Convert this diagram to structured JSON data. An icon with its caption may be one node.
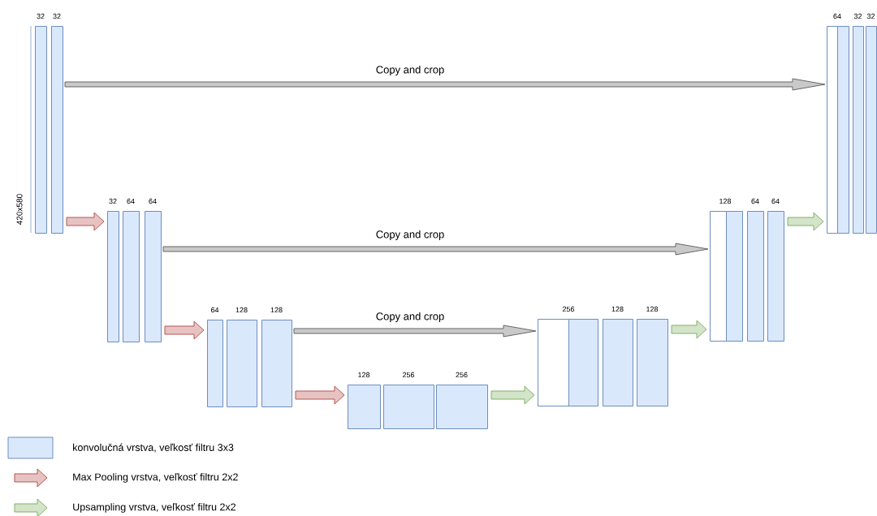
{
  "diagram": {
    "nodes": [
      {
        "text": [],
        "shape": "box",
        "beside": [
          "32"
        ]
      },
      {
        "text": [],
        "shape": "box",
        "beside": [
          "32"
        ]
      },
      {
        "text": [],
        "shape": "box",
        "beside": [
          "32"
        ]
      },
      {
        "text": [],
        "shape": "box",
        "beside": [
          "64"
        ]
      },
      {
        "text": [],
        "shape": "box",
        "beside": [
          "64"
        ]
      },
      {
        "text": [],
        "shape": "box",
        "beside": [
          "64"
        ]
      },
      {
        "text": [],
        "shape": "box",
        "beside": [
          "128"
        ]
      },
      {
        "text": [],
        "shape": "box",
        "beside": [
          "128"
        ]
      },
      {
        "text": [],
        "shape": "box",
        "beside": [
          "128"
        ]
      },
      {
        "text": [],
        "shape": "box",
        "beside": [
          "256"
        ]
      },
      {
        "text": [],
        "shape": "box",
        "beside": [
          "256"
        ]
      },
      {
        "text": [],
        "shape": "box"
      },
      {
        "text": [],
        "shape": "box",
        "beside": [
          "256"
        ]
      },
      {
        "text": [],
        "shape": "box",
        "beside": [
          "128"
        ]
      },
      {
        "text": [],
        "shape": "box",
        "beside": [
          "128"
        ]
      },
      {
        "text": [],
        "shape": "box"
      },
      {
        "text": [],
        "shape": "box",
        "beside": [
          "128"
        ]
      },
      {
        "text": [],
        "shape": "box",
        "beside": [
          "64"
        ]
      },
      {
        "text": [],
        "shape": "box",
        "beside": [
          "64"
        ]
      },
      {
        "text": [],
        "shape": "box"
      },
      {
        "text": [],
        "shape": "box",
        "beside": [
          "64"
        ]
      },
      {
        "text": [],
        "shape": "box",
        "beside": [
          "32"
        ]
      },
      {
        "text": [],
        "shape": "box",
        "beside": [
          "32"
        ]
      }
    ],
    "edges": [
      {
        "from": 1,
        "to": 2,
        "arrow": "to",
        "style": "thick",
        "color": "#b85450"
      },
      {
        "from": 4,
        "to": 5,
        "arrow": "to",
        "style": "thick",
        "color": "#b85450"
      },
      {
        "from": 7,
        "to": 8,
        "arrow": "to",
        "style": "thick",
        "color": "#b85450"
      },
      {
        "from": 10,
        "to": 11,
        "arrow": "to",
        "style": "thick",
        "color": "#82b366"
      },
      {
        "from": 14,
        "to": 15,
        "arrow": "to",
        "style": "thick",
        "color": "#82b366"
      },
      {
        "from": 18,
        "to": 19,
        "arrow": "to",
        "style": "thick",
        "color": "#82b366"
      },
      {
        "from": 1,
        "to": 19,
        "arrow": "to",
        "label": "Copy and crop",
        "color": "#666666"
      },
      {
        "from": 4,
        "to": 15,
        "arrow": "to",
        "label": "Copy and crop",
        "color": "#666666"
      },
      {
        "from": 7,
        "to": 11,
        "arrow": "to",
        "label": "Copy and crop",
        "color": "#666666"
      }
    ],
    "labels": [
      "420x580"
    ],
    "legend": [
      {
        "text": "konvolučná vrstva, veľkosť filtru 3x3",
        "color": "#dae8fc"
      },
      {
        "text": "Max Pooling vrstva, veľkosť filtru 2x2"
      },
      {
        "text": "Upsampling vrstva, veľkosť filtru 2x2"
      }
    ]
  }
}
